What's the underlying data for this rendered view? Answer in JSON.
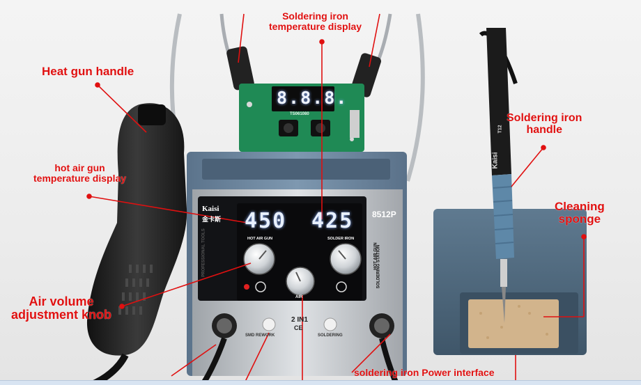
{
  "labels": {
    "soldering_iron_display_line1": "Soldering iron",
    "soldering_iron_display_line2": "temperature display",
    "heat_gun_handle": "Heat gun handle",
    "hot_air_display_line1": "hot air gun",
    "hot_air_display_line2": "temperature display",
    "soldering_iron_handle_line1": "Soldering iron",
    "soldering_iron_handle_line2": "handle",
    "cleaning_sponge_line1": "Cleaning",
    "cleaning_sponge_line2": "sponge",
    "air_volume_line1": "Air volume",
    "air_volume_line2": "adjustment knob",
    "iron_power_interface": "soldering iron Power interface"
  },
  "device": {
    "brand": "Kaisi",
    "brand_cn": "金卡斯",
    "model": "8512P",
    "hot_air_temp": "450",
    "iron_temp": "425",
    "hot_air_gun_label": "HOT AIR GUN",
    "solder_iron_label": "SOLDER IRON",
    "air_label": "AIR",
    "side_text_line1": "HOT AIR GUN",
    "side_text_line2": "SOLDERING STATION",
    "professional_tools": "PROFESSIONAL TOOLS",
    "badge_line1": "2 IN1",
    "badge_line2": "CE",
    "smd_rework": "SMD REWORK",
    "soldering": "SOLDERING",
    "pcb_digits": "8.8.8.",
    "pcb_code": "TS061080",
    "iron_brand": "Kaisi",
    "iron_model": "T12"
  },
  "colors": {
    "label_red": "#e01010",
    "panel_black": "#121316",
    "chassis_blue": "#6f8aa3",
    "pcb_green": "#1f8a55"
  }
}
